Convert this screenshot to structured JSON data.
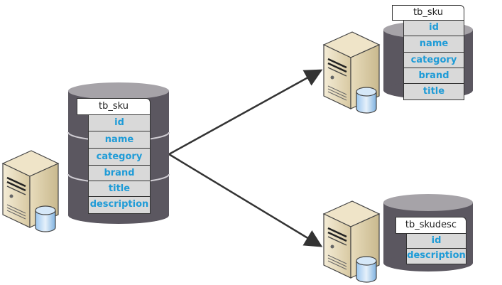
{
  "diagram": {
    "source": {
      "table_name": "tb_sku",
      "fields": [
        "id",
        "name",
        "category",
        "brand",
        "title",
        "description"
      ]
    },
    "target_top": {
      "table_name": "tb_sku",
      "fields": [
        "id",
        "name",
        "category",
        "brand",
        "title"
      ]
    },
    "target_bottom": {
      "table_name": "tb_skudesc",
      "fields": [
        "id",
        "description"
      ]
    },
    "colors": {
      "cylinder": "#5b5760",
      "cylinder_top": "#a6a3a8",
      "field_bg": "#d9d9d9",
      "field_text": "#1e9bd7",
      "arrow": "#333333"
    }
  }
}
